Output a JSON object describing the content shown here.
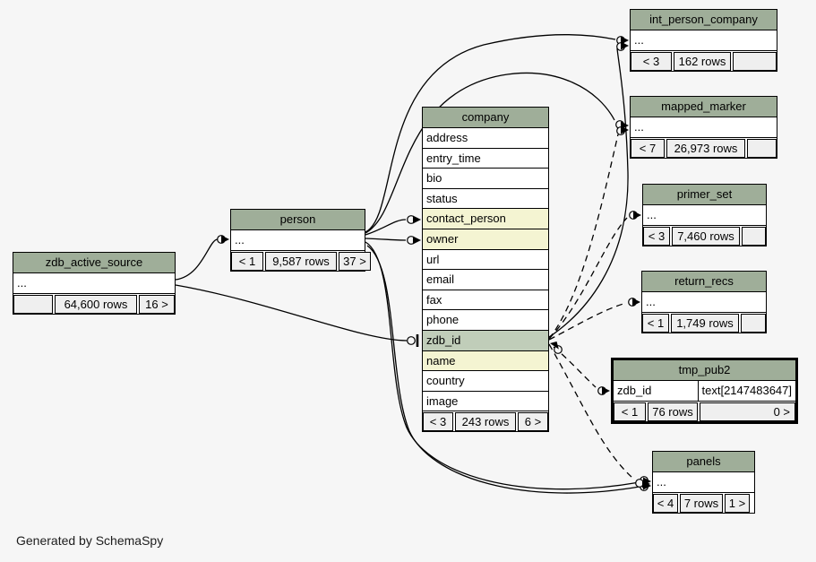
{
  "page": {
    "footer_note": "Generated by SchemaSpy"
  },
  "colors": {
    "background": "#f6f6f6",
    "table_header": "#9fae99",
    "key_column": "#c0cdb9",
    "fk_column": "#f4f4d2",
    "footer_cell": "#efefef",
    "border": "#000000",
    "relationship_line": "#000000"
  },
  "tables": [
    {
      "id": "zdb_active_source",
      "title": "zdb_active_source",
      "columns": [
        {
          "label": "..."
        }
      ],
      "footer": {
        "in": "",
        "rows": "64,600 rows",
        "out": "16 >"
      }
    },
    {
      "id": "person",
      "title": "person",
      "columns": [
        {
          "label": "..."
        }
      ],
      "footer": {
        "in": "< 1",
        "rows": "9,587 rows",
        "out": "37 >"
      }
    },
    {
      "id": "company",
      "title": "company",
      "columns": [
        {
          "label": "address"
        },
        {
          "label": "entry_time"
        },
        {
          "label": "bio"
        },
        {
          "label": "status"
        },
        {
          "label": "contact_person",
          "highlight": "fk"
        },
        {
          "label": "owner",
          "highlight": "fk"
        },
        {
          "label": "url"
        },
        {
          "label": "email"
        },
        {
          "label": "fax"
        },
        {
          "label": "phone"
        },
        {
          "label": "zdb_id",
          "highlight": "key"
        },
        {
          "label": "name",
          "highlight": "fk"
        },
        {
          "label": "country"
        },
        {
          "label": "image"
        }
      ],
      "footer": {
        "in": "< 3",
        "rows": "243 rows",
        "out": "6 >"
      }
    },
    {
      "id": "int_person_company",
      "title": "int_person_company",
      "columns": [
        {
          "label": "..."
        }
      ],
      "footer": {
        "in": "< 3",
        "rows": "162 rows",
        "out": ""
      }
    },
    {
      "id": "mapped_marker",
      "title": "mapped_marker",
      "columns": [
        {
          "label": "..."
        }
      ],
      "footer": {
        "in": "< 7",
        "rows": "26,973 rows",
        "out": ""
      }
    },
    {
      "id": "primer_set",
      "title": "primer_set",
      "columns": [
        {
          "label": "..."
        }
      ],
      "footer": {
        "in": "< 3",
        "rows": "7,460 rows",
        "out": ""
      }
    },
    {
      "id": "return_recs",
      "title": "return_recs",
      "columns": [
        {
          "label": "..."
        }
      ],
      "footer": {
        "in": "< 1",
        "rows": "1,749 rows",
        "out": ""
      }
    },
    {
      "id": "tmp_pub2",
      "title": "tmp_pub2",
      "emphasized": true,
      "columns": [
        {
          "label": "zdb_id",
          "type": "text[2147483647]"
        }
      ],
      "footer": {
        "in": "< 1",
        "rows": "76 rows",
        "out": "0 >"
      }
    },
    {
      "id": "panels",
      "title": "panels",
      "columns": [
        {
          "label": "..."
        }
      ],
      "footer": {
        "in": "< 4",
        "rows": "7 rows",
        "out": "1 >"
      }
    }
  ],
  "relationships": [
    {
      "from": "zdb_active_source",
      "to": "person",
      "style": "solid"
    },
    {
      "from": "zdb_active_source",
      "to": "company.zdb_id",
      "style": "solid"
    },
    {
      "from": "person",
      "to": "company.contact_person",
      "style": "solid"
    },
    {
      "from": "person",
      "to": "company.owner",
      "style": "solid"
    },
    {
      "from": "person",
      "to": "int_person_company",
      "style": "solid"
    },
    {
      "from": "company.zdb_id",
      "to": "int_person_company",
      "style": "solid"
    },
    {
      "from": "person",
      "to": "mapped_marker",
      "style": "solid"
    },
    {
      "from": "person",
      "to": "panels",
      "style": "solid"
    },
    {
      "from": "company",
      "to": "panels",
      "style": "solid"
    },
    {
      "from": "company.zdb_id",
      "to": "mapped_marker",
      "style": "dashed"
    },
    {
      "from": "company.zdb_id",
      "to": "primer_set",
      "style": "dashed"
    },
    {
      "from": "company.zdb_id",
      "to": "return_recs",
      "style": "dashed"
    },
    {
      "from": "company.zdb_id",
      "to": "tmp_pub2.zdb_id",
      "style": "dashed"
    },
    {
      "from": "company.zdb_id",
      "to": "panels",
      "style": "dashed"
    }
  ]
}
